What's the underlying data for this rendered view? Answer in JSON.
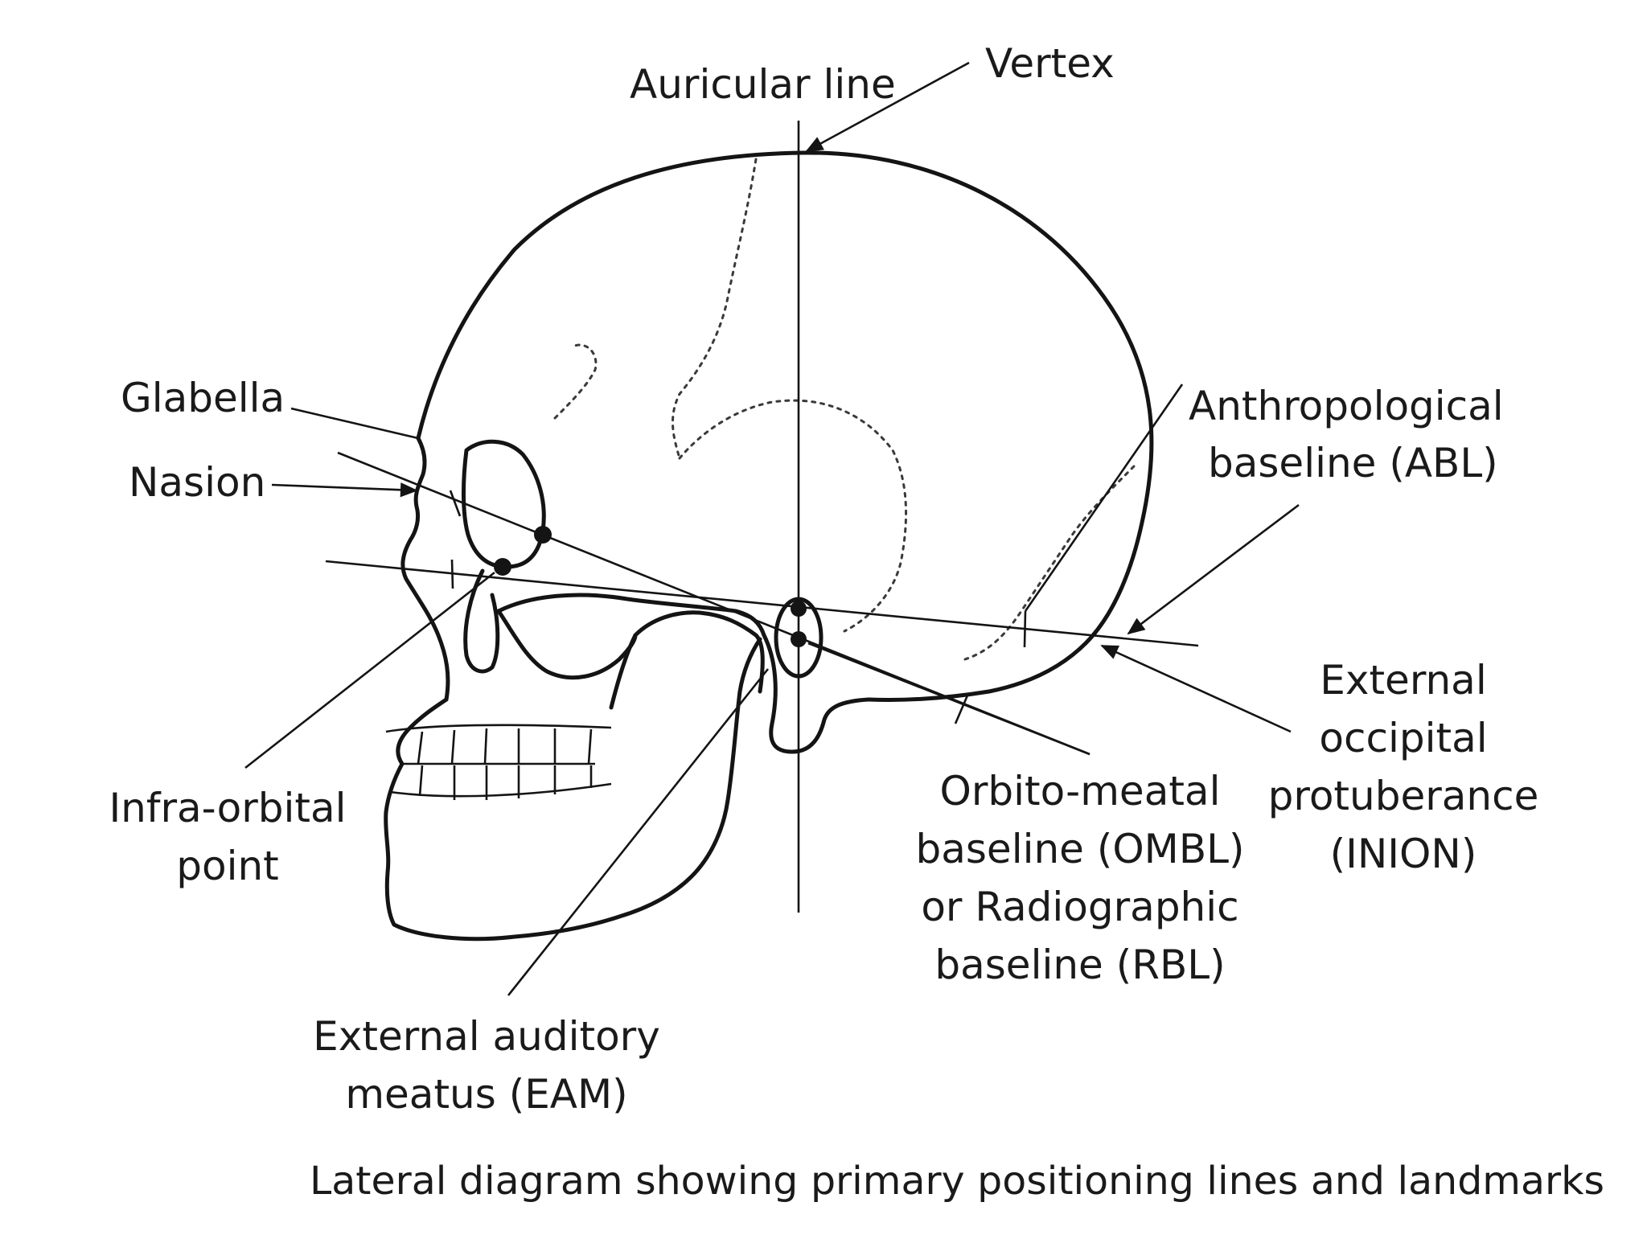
{
  "labels": {
    "vertex": "Vertex",
    "auricular_line": "Auricular line",
    "glabella": "Glabella",
    "nasion": "Nasion",
    "abl_line1": "Anthropological",
    "abl_line2": "baseline (ABL)",
    "eop_line1": "External",
    "eop_line2": "occipital",
    "eop_line3": "protuberance",
    "eop_line4": "(INION)",
    "infra_line1": "Infra-orbital",
    "infra_line2": "point",
    "ombl_line1": "Orbito-meatal",
    "ombl_line2": "baseline (OMBL)",
    "ombl_line3": "or Radiographic",
    "ombl_line4": "baseline (RBL)",
    "eam_line1": "External auditory",
    "eam_line2": "meatus (EAM)"
  },
  "caption": "Lateral diagram showing primary positioning lines and landmarks"
}
